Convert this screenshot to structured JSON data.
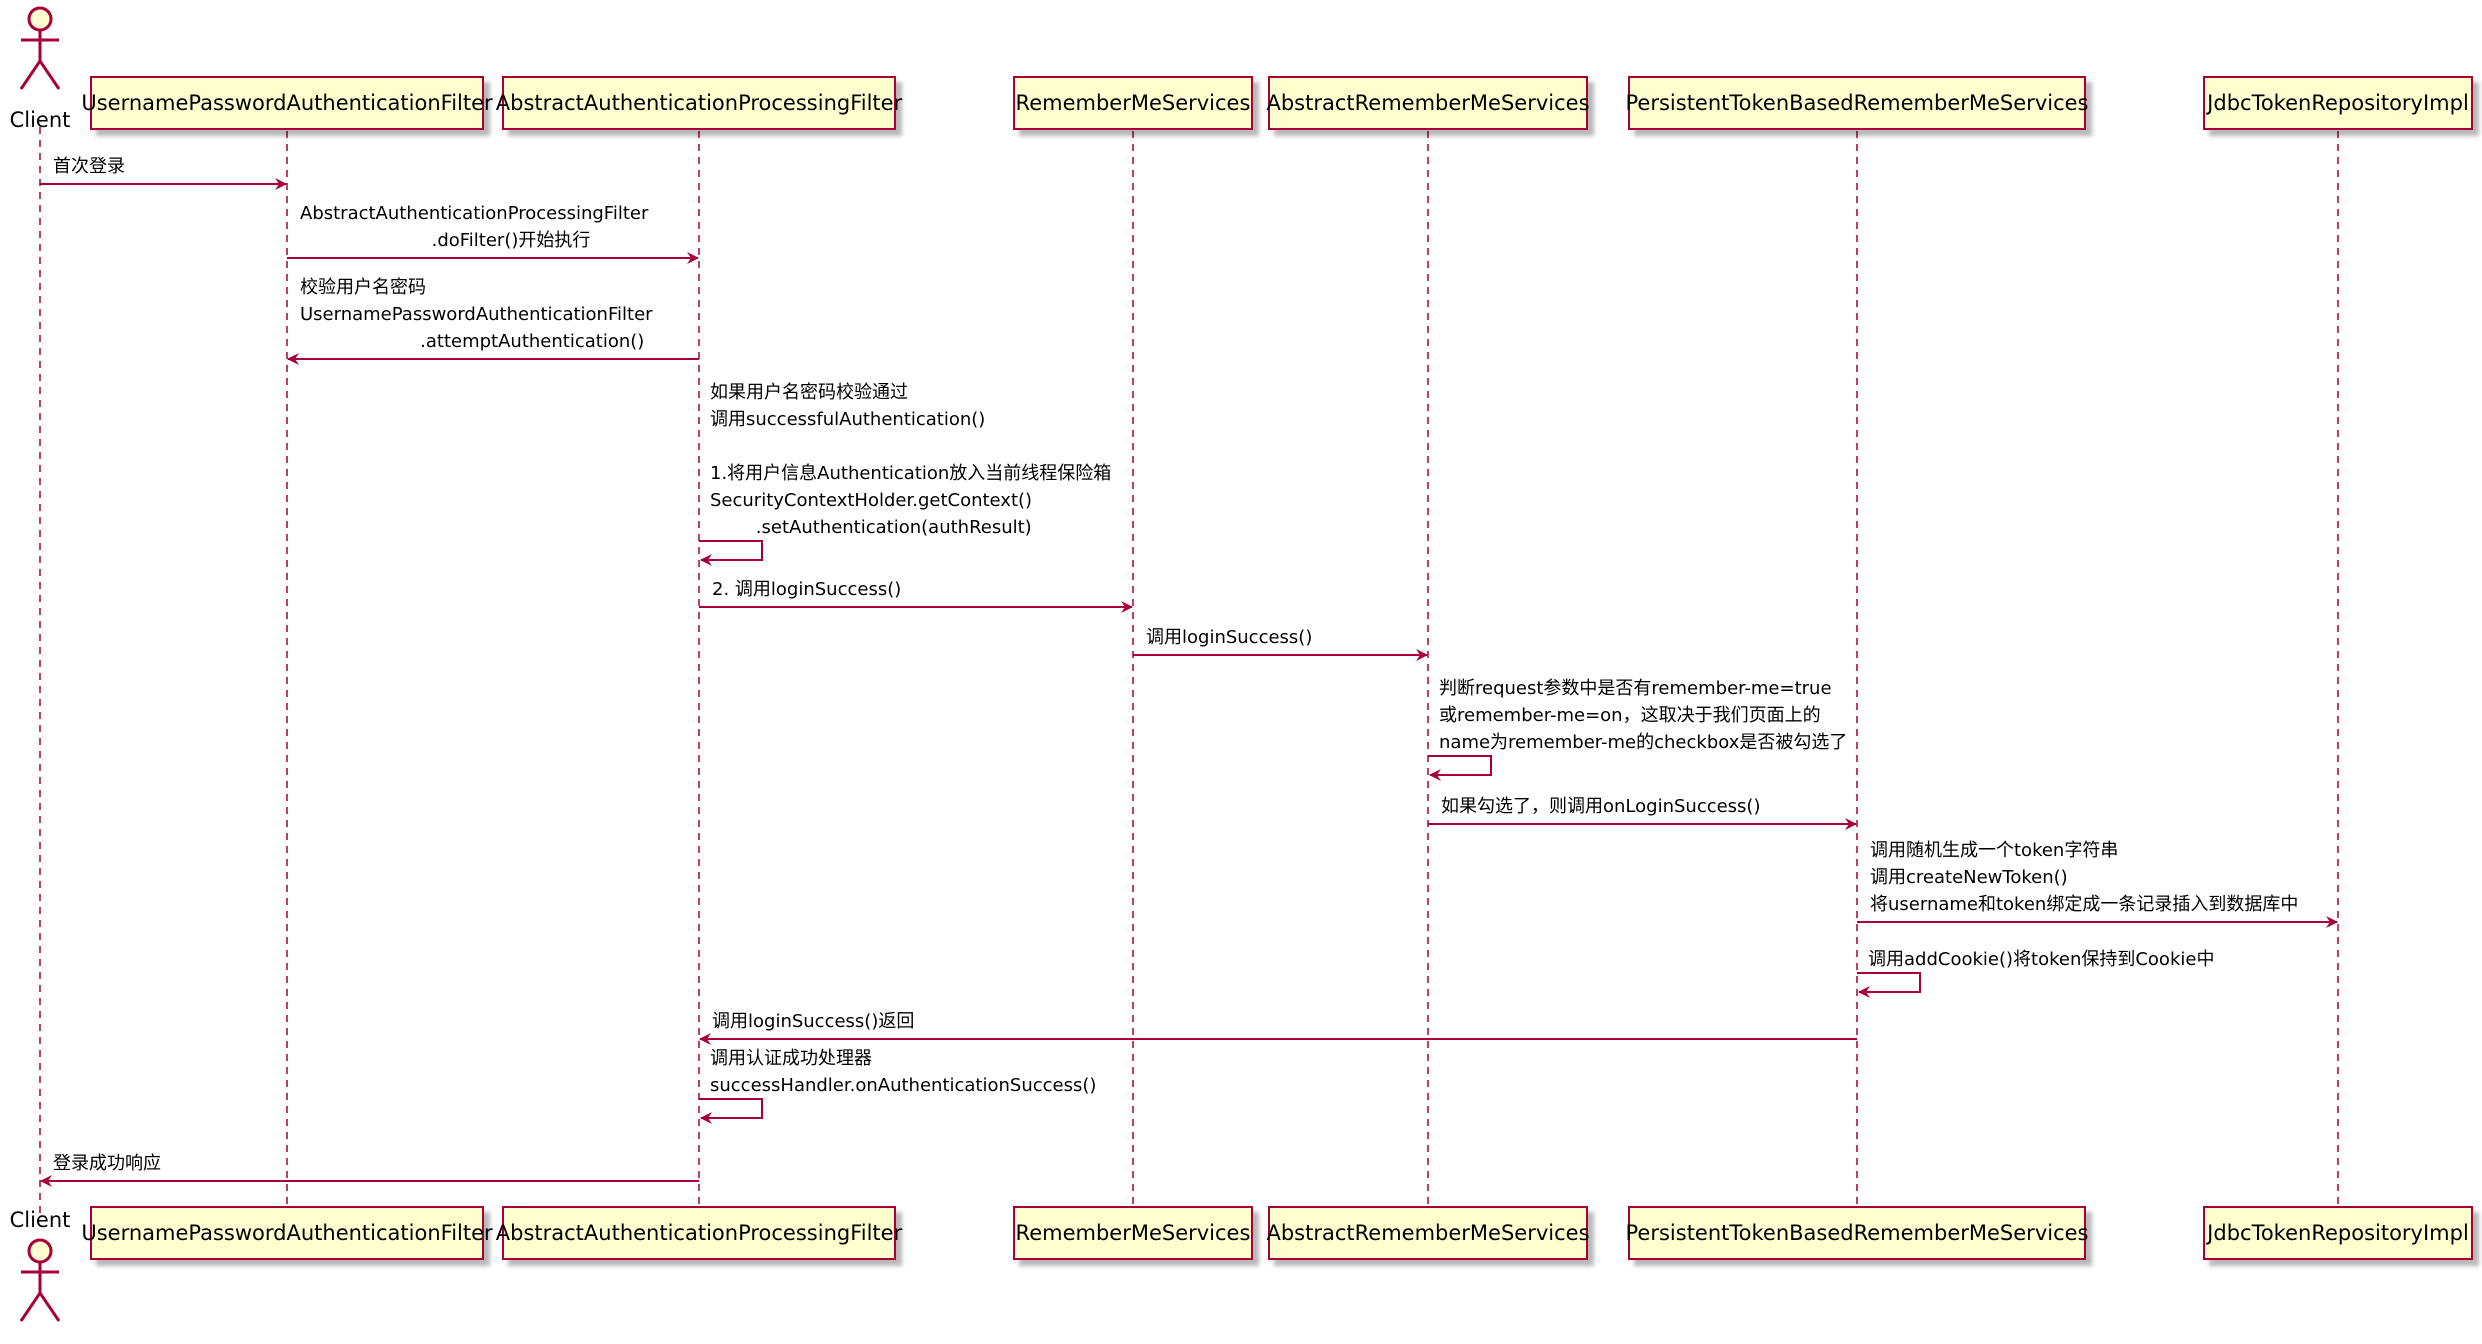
{
  "colors": {
    "arrow": "#a80036",
    "participant_fill": "#fefece",
    "participant_border": "#a80036",
    "text": "#000000"
  },
  "actor": {
    "name": "Client",
    "icon": "stick-figure-icon"
  },
  "participants": [
    {
      "id": "client",
      "name": "Client",
      "kind": "actor"
    },
    {
      "id": "upaf",
      "name": "UsernamePasswordAuthenticationFilter",
      "kind": "participant"
    },
    {
      "id": "aapf",
      "name": "AbstractAuthenticationProcessingFilter",
      "kind": "participant"
    },
    {
      "id": "rms",
      "name": "RememberMeServices",
      "kind": "participant"
    },
    {
      "id": "arms",
      "name": "AbstractRememberMeServices",
      "kind": "participant"
    },
    {
      "id": "ptbrms",
      "name": "PersistentTokenBasedRememberMeServices",
      "kind": "participant"
    },
    {
      "id": "jtri",
      "name": "JdbcTokenRepositoryImpl",
      "kind": "participant"
    }
  ],
  "messages": [
    {
      "from": "client",
      "to": "upaf",
      "lines": [
        "首次登录"
      ]
    },
    {
      "from": "upaf",
      "to": "aapf",
      "lines": [
        "AbstractAuthenticationProcessingFilter",
        "                       .doFilter()开始执行"
      ]
    },
    {
      "from": "aapf",
      "to": "upaf",
      "lines": [
        "校验用户名密码",
        "UsernamePasswordAuthenticationFilter",
        "                     .attemptAuthentication()"
      ]
    },
    {
      "from": "aapf",
      "to": "aapf",
      "lines": [
        "如果用户名密码校验通过",
        "调用successfulAuthentication()",
        "",
        "1.将用户信息Authentication放入当前线程保险箱",
        "SecurityContextHolder.getContext()",
        "        .setAuthentication(authResult)"
      ]
    },
    {
      "from": "aapf",
      "to": "rms",
      "lines": [
        "2. 调用loginSuccess()"
      ]
    },
    {
      "from": "rms",
      "to": "arms",
      "lines": [
        "调用loginSuccess()"
      ]
    },
    {
      "from": "arms",
      "to": "arms",
      "lines": [
        "判断request参数中是否有remember-me=true",
        "或remember-me=on，这取决于我们页面上的",
        "name为remember-me的checkbox是否被勾选了"
      ]
    },
    {
      "from": "arms",
      "to": "ptbrms",
      "lines": [
        "如果勾选了，则调用onLoginSuccess()"
      ]
    },
    {
      "from": "ptbrms",
      "to": "jtri",
      "lines": [
        "调用随机生成一个token字符串",
        "调用createNewToken()",
        "将username和token绑定成一条记录插入到数据库中"
      ]
    },
    {
      "from": "ptbrms",
      "to": "ptbrms",
      "lines": [
        "调用addCookie()将token保持到Cookie中"
      ]
    },
    {
      "from": "ptbrms",
      "to": "aapf",
      "lines": [
        "调用loginSuccess()返回"
      ]
    },
    {
      "from": "aapf",
      "to": "aapf",
      "lines": [
        "调用认证成功处理器",
        "successHandler.onAuthenticationSuccess()"
      ]
    },
    {
      "from": "aapf",
      "to": "client",
      "lines": [
        "登录成功响应"
      ]
    }
  ]
}
